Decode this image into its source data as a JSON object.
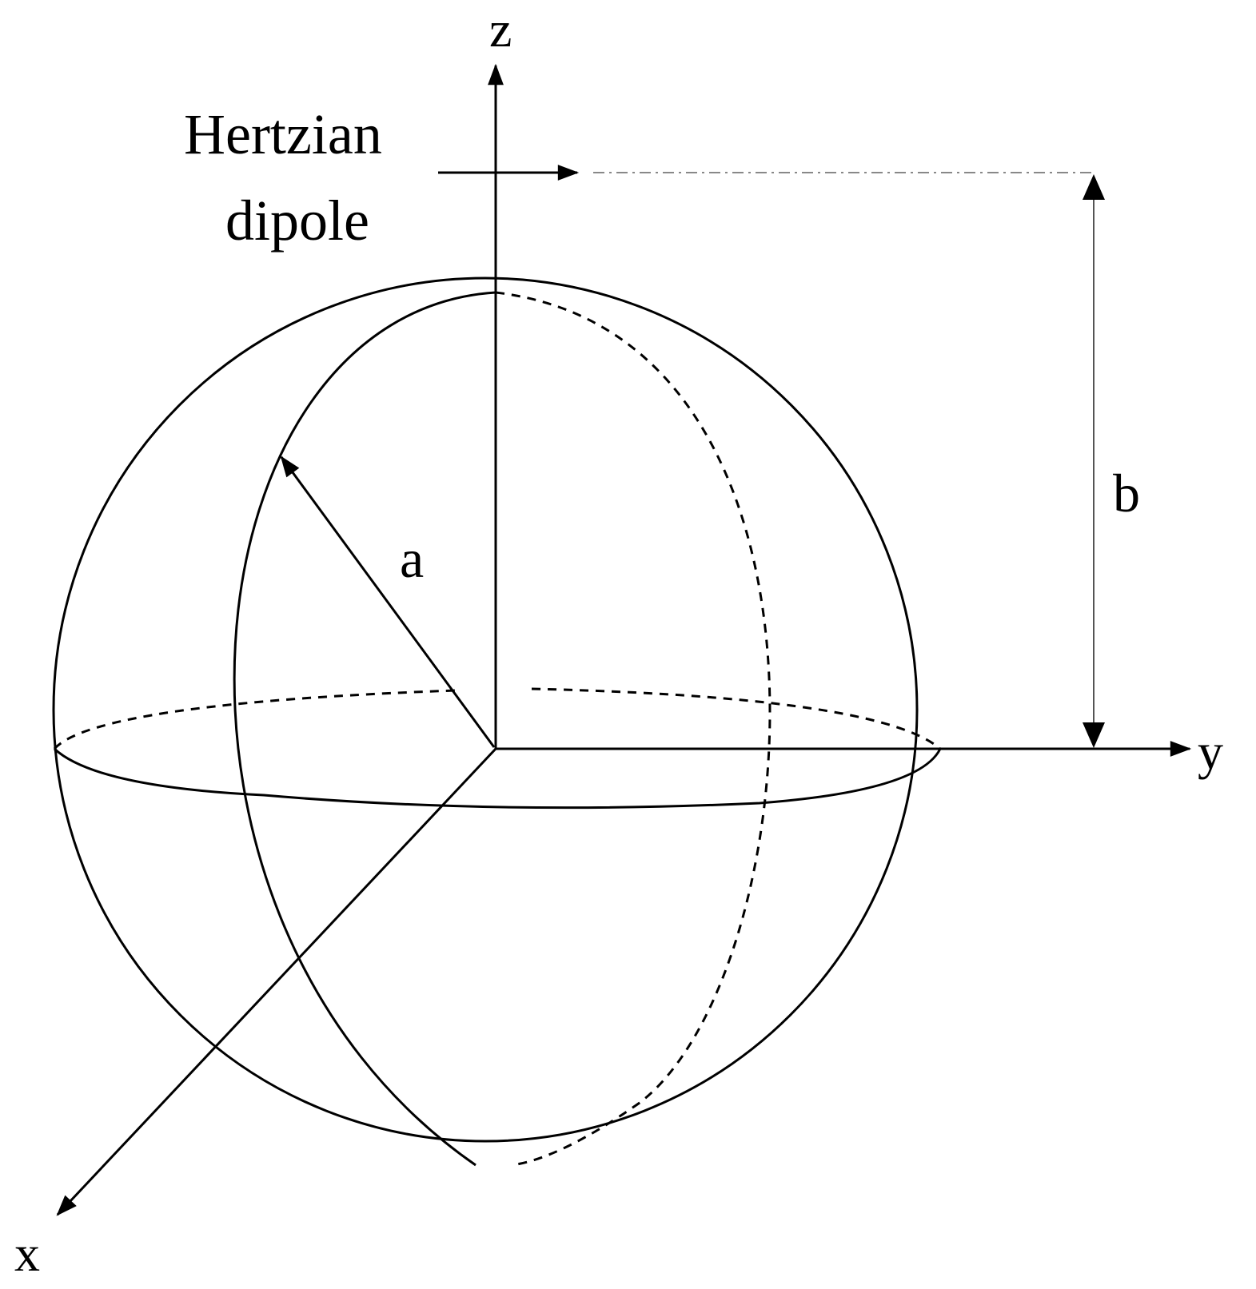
{
  "labels": {
    "z_axis": "z",
    "y_axis": "y",
    "x_axis": "x",
    "dipole_line1": "Hertzian",
    "dipole_line2": "dipole",
    "radius": "a",
    "height": "b"
  },
  "colors": {
    "ink": "#000000",
    "guide": "#888888"
  }
}
